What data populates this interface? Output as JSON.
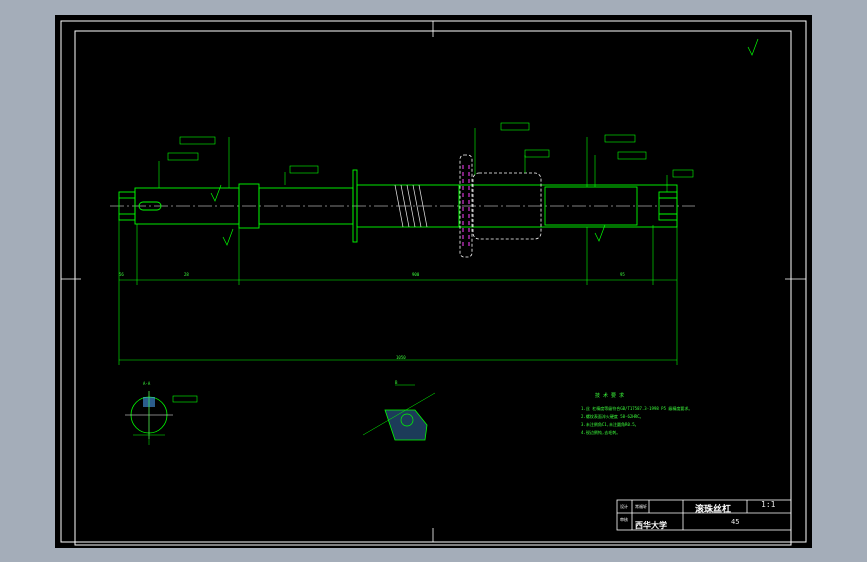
{
  "drawing": {
    "title_part_name": "滚珠丝杠",
    "title_scale": "1:1",
    "title_school": "西华大学",
    "title_sheet": "45",
    "title_design_label": "设计",
    "title_design_value": "常福轩",
    "title_check_label": "审核",
    "tech_req_heading": "技 术 要 求",
    "tech_req_lines": [
      "1.丝 杠精度等级符合GB/T17587.3-1998 P5 级精度要求。",
      "2.螺纹表面淬火硬度 58-62HRC。",
      "3.未注倒角C1,未注圆角R0.5。",
      "4.锐边倒钝,去毛刺。"
    ],
    "dimensions": {
      "overall_length": "1050",
      "middle_segment": "900",
      "right_segment": "95",
      "left_segment": "28",
      "left_small": "56"
    },
    "section_labels": {
      "section_a": "A-A",
      "detail_b": "B"
    }
  },
  "colors": {
    "background": "#000000",
    "frame": "#ffffff",
    "geometry": "#00ff00",
    "dimension": "#00ff00",
    "centerline": "#ffffff",
    "hatching": "#4fa8ff",
    "thread": "#c090c0",
    "nut_outline": "#ff3fff"
  }
}
